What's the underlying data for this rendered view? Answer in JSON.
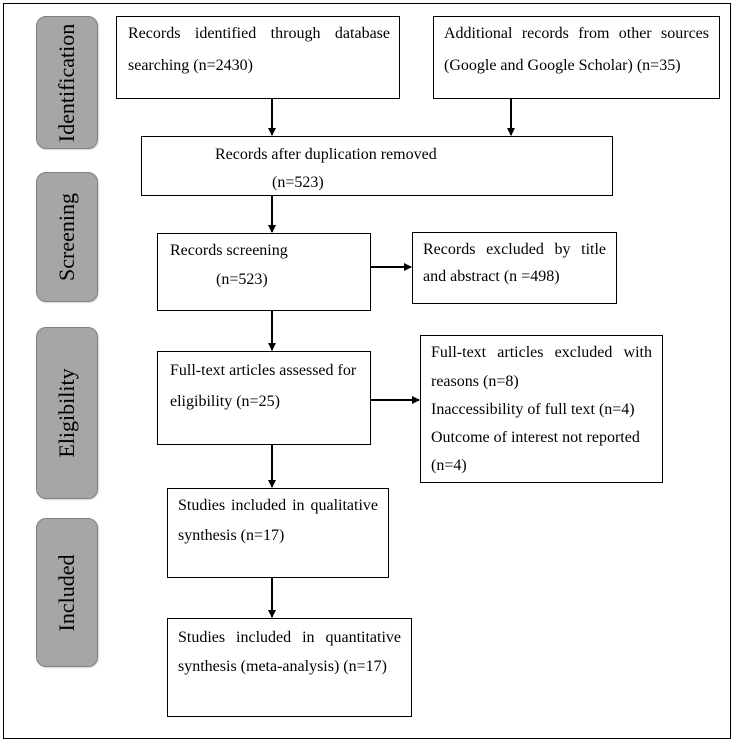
{
  "stages": {
    "identification": "Identification",
    "screening": "Screening",
    "eligibility": "Eligibility",
    "included": "Included"
  },
  "boxes": {
    "database_search": {
      "line1": "Records identified through database",
      "line2": "searching (n=2430)"
    },
    "other_sources": {
      "line1": "Additional records from other sources",
      "line2": "(Google and Google Scholar) (n=35)"
    },
    "duplicates_removed": {
      "line1": "Records after duplication removed",
      "line2": "(n=523)"
    },
    "screening": {
      "line1": "Records screening",
      "line2": "(n=523)"
    },
    "excluded_title_abstract": {
      "line1": "Records excluded by title",
      "line2": "and abstract (n =498)"
    },
    "fulltext_assessed": {
      "line1": "Full-text articles assessed for",
      "line2": "eligibility (n=25)"
    },
    "fulltext_excluded": {
      "line1": "Full-text articles excluded with",
      "line2": "reasons (n=8)",
      "line3": "Inaccessibility of full text (n=4)",
      "line4": "Outcome of interest not reported",
      "line5": "(n=4)"
    },
    "qualitative": {
      "line1": "Studies included in qualitative",
      "line2": "synthesis (n=17)"
    },
    "quantitative": {
      "line1": "Studies included in quantitative",
      "line2": "synthesis (meta-analysis) (n=17)"
    }
  },
  "colors": {
    "stage_fill": "#a6a6a6",
    "stage_border": "#808080",
    "line": "#000000"
  }
}
